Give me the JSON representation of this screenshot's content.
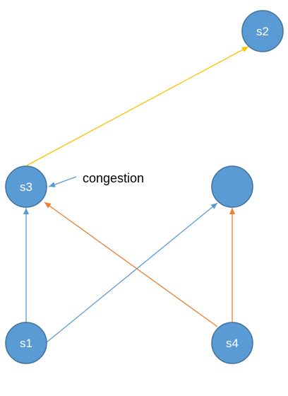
{
  "nodes": {
    "s1": {
      "label": "s1"
    },
    "s2": {
      "label": "s2"
    },
    "s3": {
      "label": "s3"
    },
    "s4": {
      "label": "s4"
    },
    "unlabeled": {
      "label": ""
    }
  },
  "annotation": {
    "text": "congestion"
  },
  "colors": {
    "node_fill": "#5b9bd5",
    "node_stroke": "#41719c",
    "edge_blue": "#5b9bd5",
    "edge_orange": "#ed7d31",
    "edge_yellow": "#ffc000",
    "annotation_arrow": "#5b9bd5",
    "background": "#ffffff"
  },
  "edges": [
    {
      "from": "s3",
      "to": "s2",
      "color": "edge_yellow"
    },
    {
      "from": "s1",
      "to": "s3",
      "color": "edge_blue"
    },
    {
      "from": "s1",
      "to": "unlabeled",
      "color": "edge_blue"
    },
    {
      "from": "s4",
      "to": "s3",
      "color": "edge_orange"
    },
    {
      "from": "s4",
      "to": "unlabeled",
      "color": "edge_orange"
    }
  ]
}
